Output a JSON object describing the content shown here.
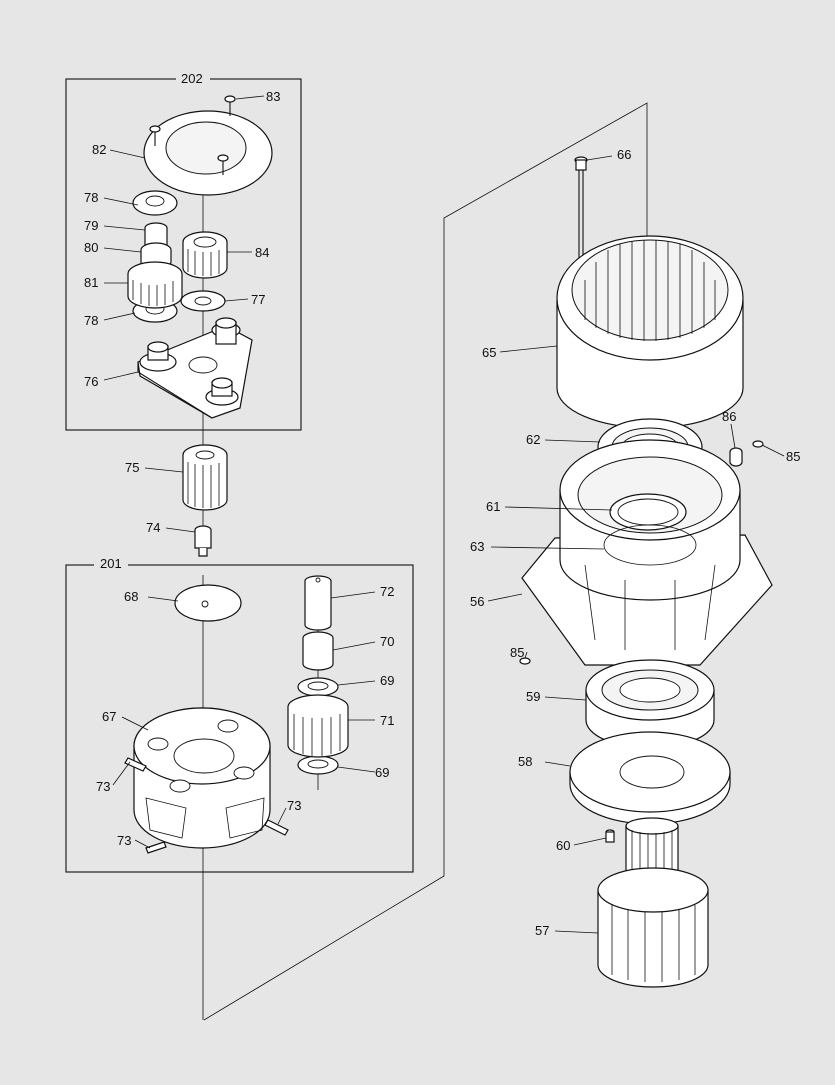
{
  "diagram": {
    "assemblies": [
      {
        "id": "a202",
        "label": "202"
      },
      {
        "id": "a201",
        "label": "201"
      }
    ],
    "callouts": [
      {
        "id": "c83",
        "label": "83"
      },
      {
        "id": "c82",
        "label": "82"
      },
      {
        "id": "c78a",
        "label": "78"
      },
      {
        "id": "c79",
        "label": "79"
      },
      {
        "id": "c80",
        "label": "80"
      },
      {
        "id": "c84",
        "label": "84"
      },
      {
        "id": "c81",
        "label": "81"
      },
      {
        "id": "c77",
        "label": "77"
      },
      {
        "id": "c78b",
        "label": "78"
      },
      {
        "id": "c76",
        "label": "76"
      },
      {
        "id": "c75",
        "label": "75"
      },
      {
        "id": "c74",
        "label": "74"
      },
      {
        "id": "c68",
        "label": "68"
      },
      {
        "id": "c72",
        "label": "72"
      },
      {
        "id": "c70",
        "label": "70"
      },
      {
        "id": "c69a",
        "label": "69"
      },
      {
        "id": "c67",
        "label": "67"
      },
      {
        "id": "c71",
        "label": "71"
      },
      {
        "id": "c73a",
        "label": "73"
      },
      {
        "id": "c69b",
        "label": "69"
      },
      {
        "id": "c73b",
        "label": "73"
      },
      {
        "id": "c73c",
        "label": "73"
      },
      {
        "id": "c66",
        "label": "66"
      },
      {
        "id": "c65",
        "label": "65"
      },
      {
        "id": "c86",
        "label": "86"
      },
      {
        "id": "c62",
        "label": "62"
      },
      {
        "id": "c85a",
        "label": "85"
      },
      {
        "id": "c61",
        "label": "61"
      },
      {
        "id": "c63",
        "label": "63"
      },
      {
        "id": "c56",
        "label": "56"
      },
      {
        "id": "c85b",
        "label": "85"
      },
      {
        "id": "c59",
        "label": "59"
      },
      {
        "id": "c58",
        "label": "58"
      },
      {
        "id": "c60",
        "label": "60"
      },
      {
        "id": "c57",
        "label": "57"
      }
    ]
  }
}
